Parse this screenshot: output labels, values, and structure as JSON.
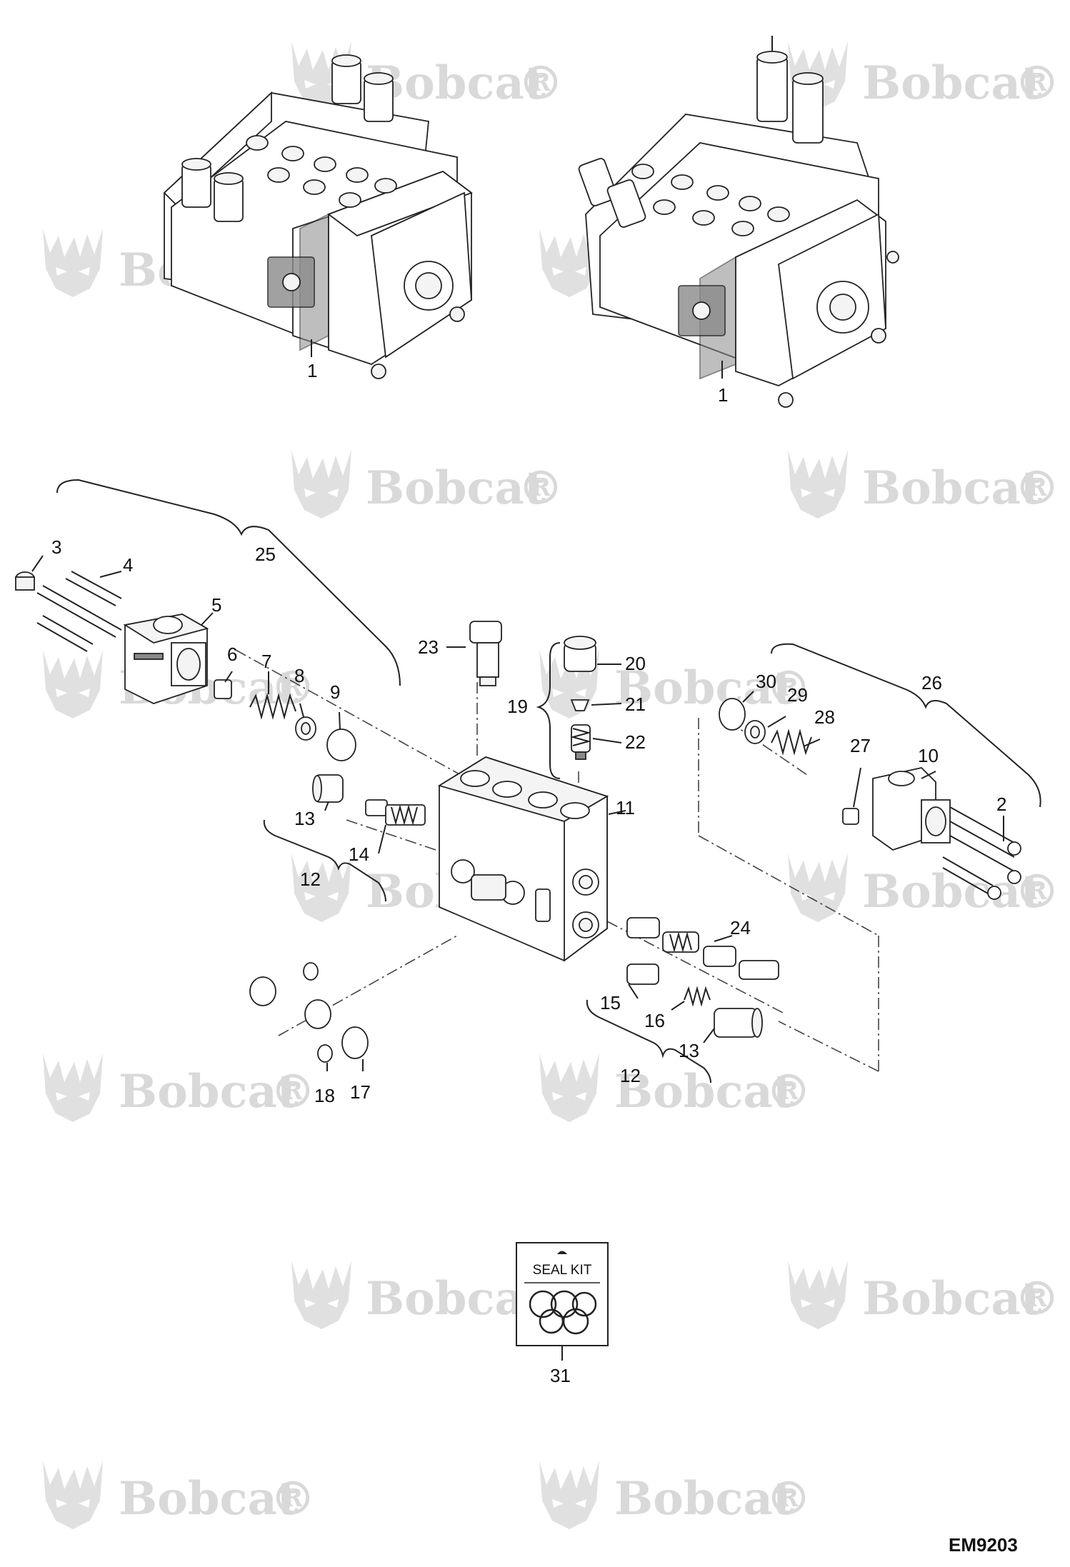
{
  "watermark": {
    "brand": "Bobcat",
    "mark": "®"
  },
  "drawing_id": "EM9203",
  "seal_kit": {
    "label": "SEAL KIT"
  },
  "callouts": {
    "c1a": "1",
    "c1b": "1",
    "c2": "2",
    "c3": "3",
    "c4": "4",
    "c5": "5",
    "c6": "6",
    "c7": "7",
    "c8": "8",
    "c9": "9",
    "c10": "10",
    "c11": "11",
    "c12a": "12",
    "c12b": "12",
    "c13a": "13",
    "c13b": "13",
    "c14": "14",
    "c15": "15",
    "c16": "16",
    "c17": "17",
    "c18": "18",
    "c19": "19",
    "c20": "20",
    "c21": "21",
    "c22": "22",
    "c23": "23",
    "c24": "24",
    "c25": "25",
    "c26": "26",
    "c27": "27",
    "c28": "28",
    "c29": "29",
    "c30": "30",
    "c31": "31"
  }
}
